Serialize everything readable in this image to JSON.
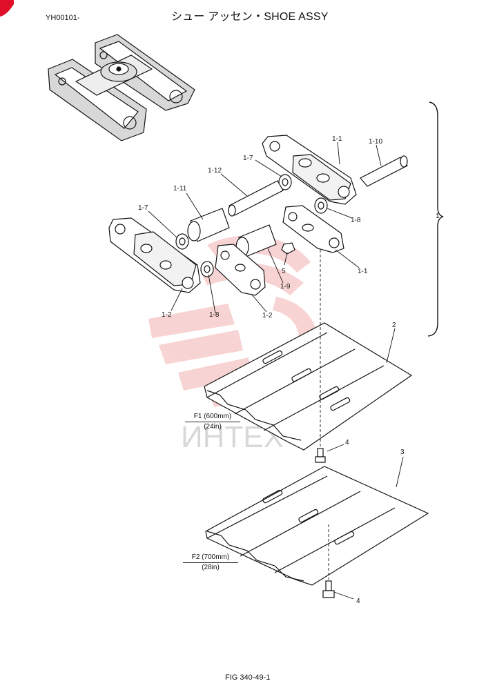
{
  "header": {
    "serial": "YH00101-",
    "title": "シュー アッセン・SHOE ASSY"
  },
  "footer": {
    "figure_ref": "FIG 340-49-1"
  },
  "callouts": {
    "c_1_1_top": "1-1",
    "c_1_10": "1-10",
    "c_1_7_top": "1-7",
    "c_1_12": "1-12",
    "c_1_11": "1-11",
    "c_1_7_left": "1-7",
    "c_1_8_right": "1-8",
    "c_1_1_right": "1-1",
    "c_5": "5",
    "c_1_9": "1-9",
    "c_1_2_left": "1-2",
    "c_1_8_left": "1-8",
    "c_1_2_mid": "1-2",
    "c_1": "1",
    "c_2": "2",
    "c_3": "3",
    "c_4_top": "4",
    "c_4_bottom": "4"
  },
  "shoe_widths": {
    "f1": {
      "code": "F1 (600mm)",
      "inches": "(24in)"
    },
    "f2": {
      "code": "F2 (700mm)",
      "inches": "(28in)"
    }
  },
  "colors": {
    "line": "#111111",
    "watermark": "#e23b3b",
    "watermark_text": "#c8c8c8",
    "corner_mark": "#e0102a"
  }
}
